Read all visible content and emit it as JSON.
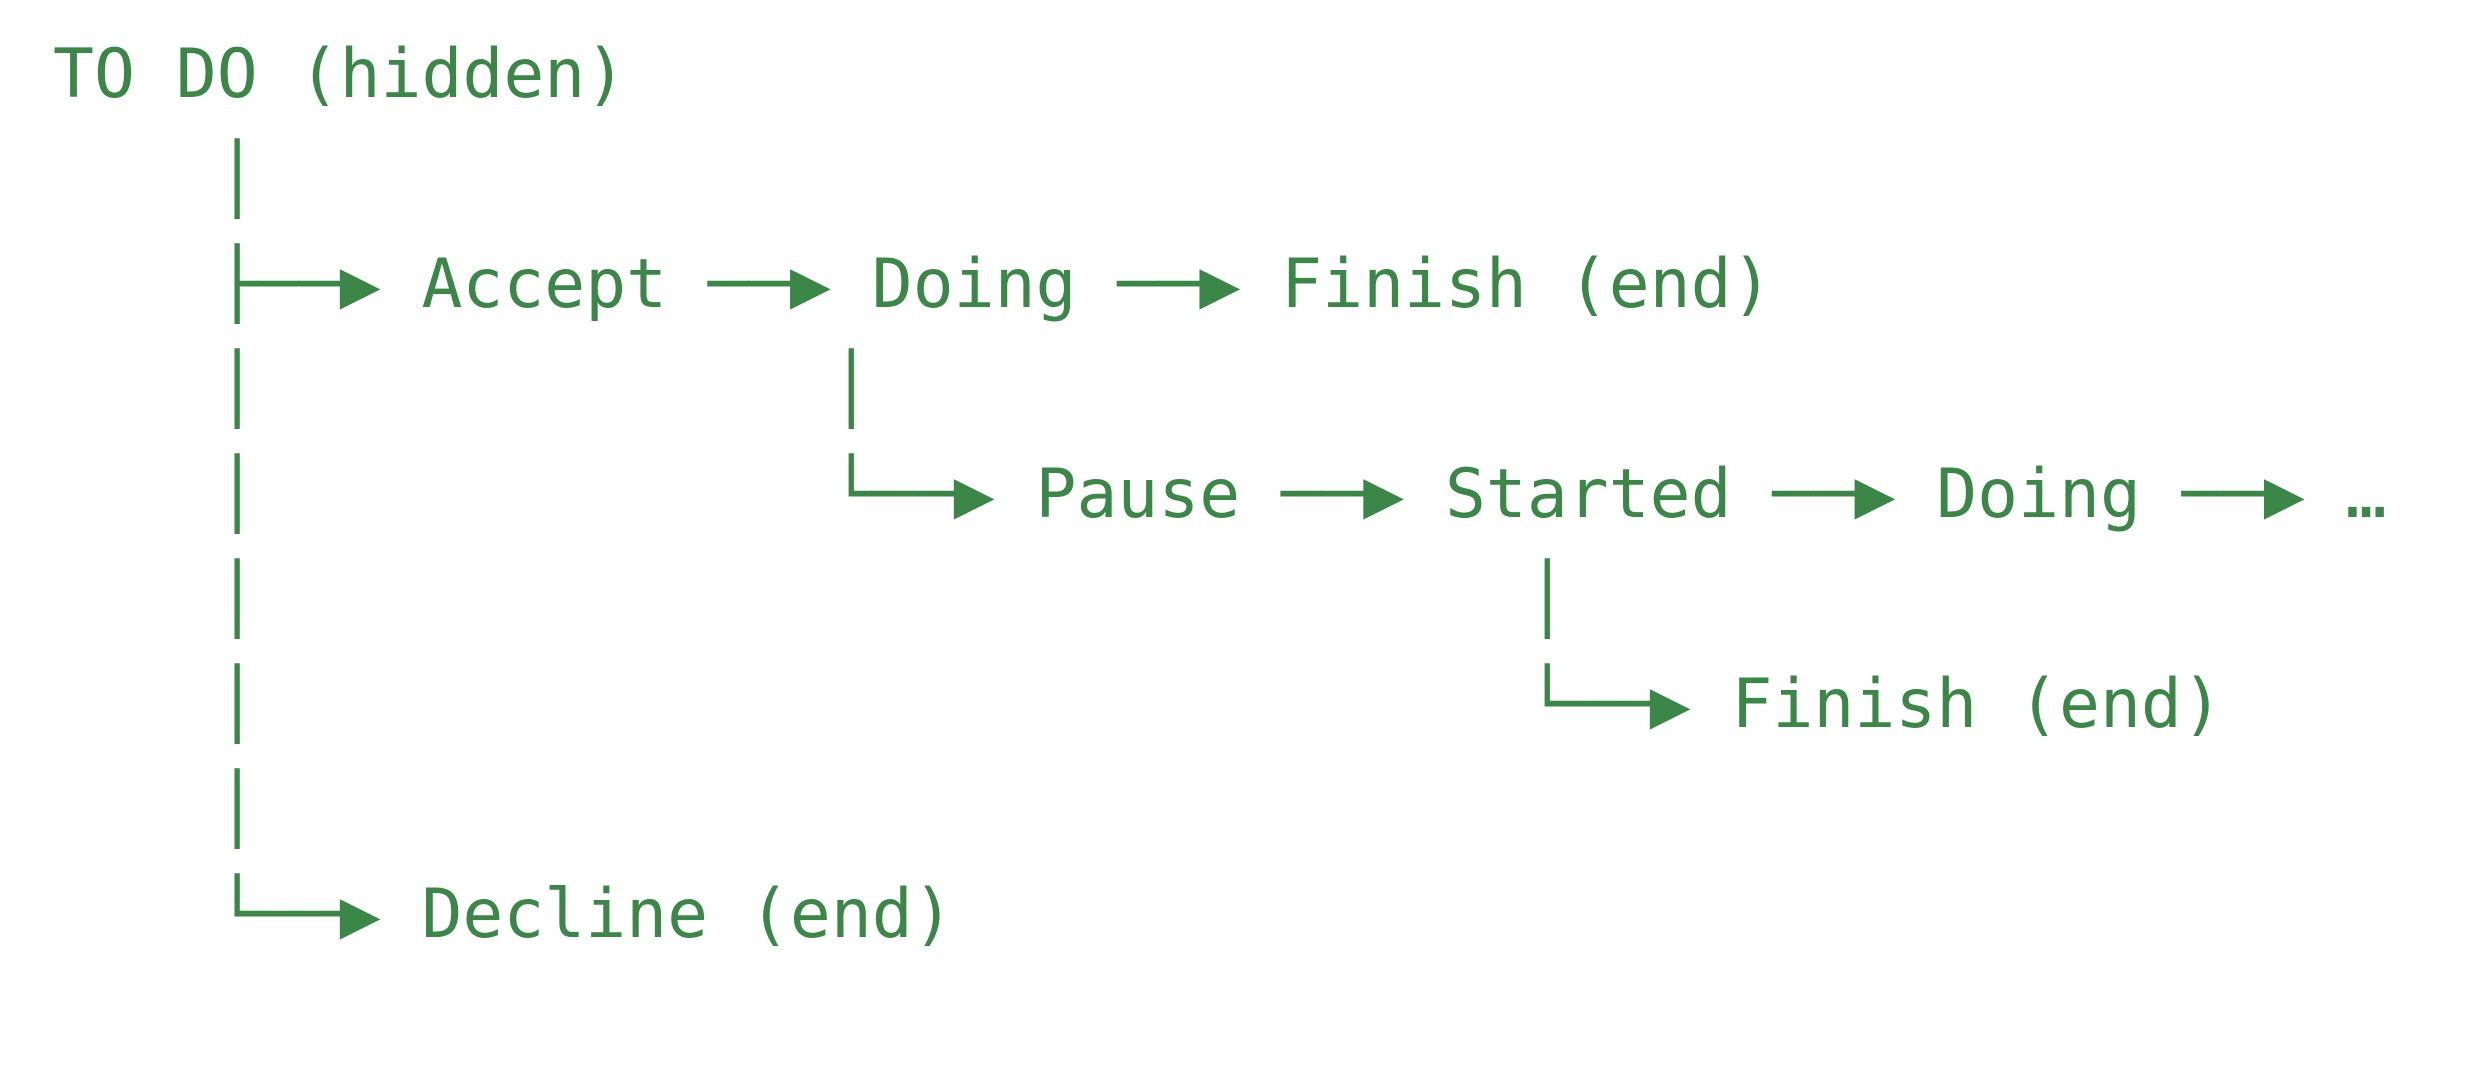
{
  "diagram": {
    "color": "#3A8747",
    "background": "#FFFFFF",
    "root_state": "TO DO (hidden)",
    "arrow_glyph": "──▶",
    "ellipsis_glyph": "…",
    "lines": [
      "TO DO (hidden)",
      "    │",
      "    ├──▶ Accept ──▶ Doing ──▶ Finish (end)",
      "    │              │",
      "    │              └──▶ Pause ──▶ Started ──▶ Doing ──▶ …",
      "    │                               │",
      "    │                               └──▶ Finish (end)",
      "    │",
      "    └──▶ Decline (end)"
    ]
  }
}
